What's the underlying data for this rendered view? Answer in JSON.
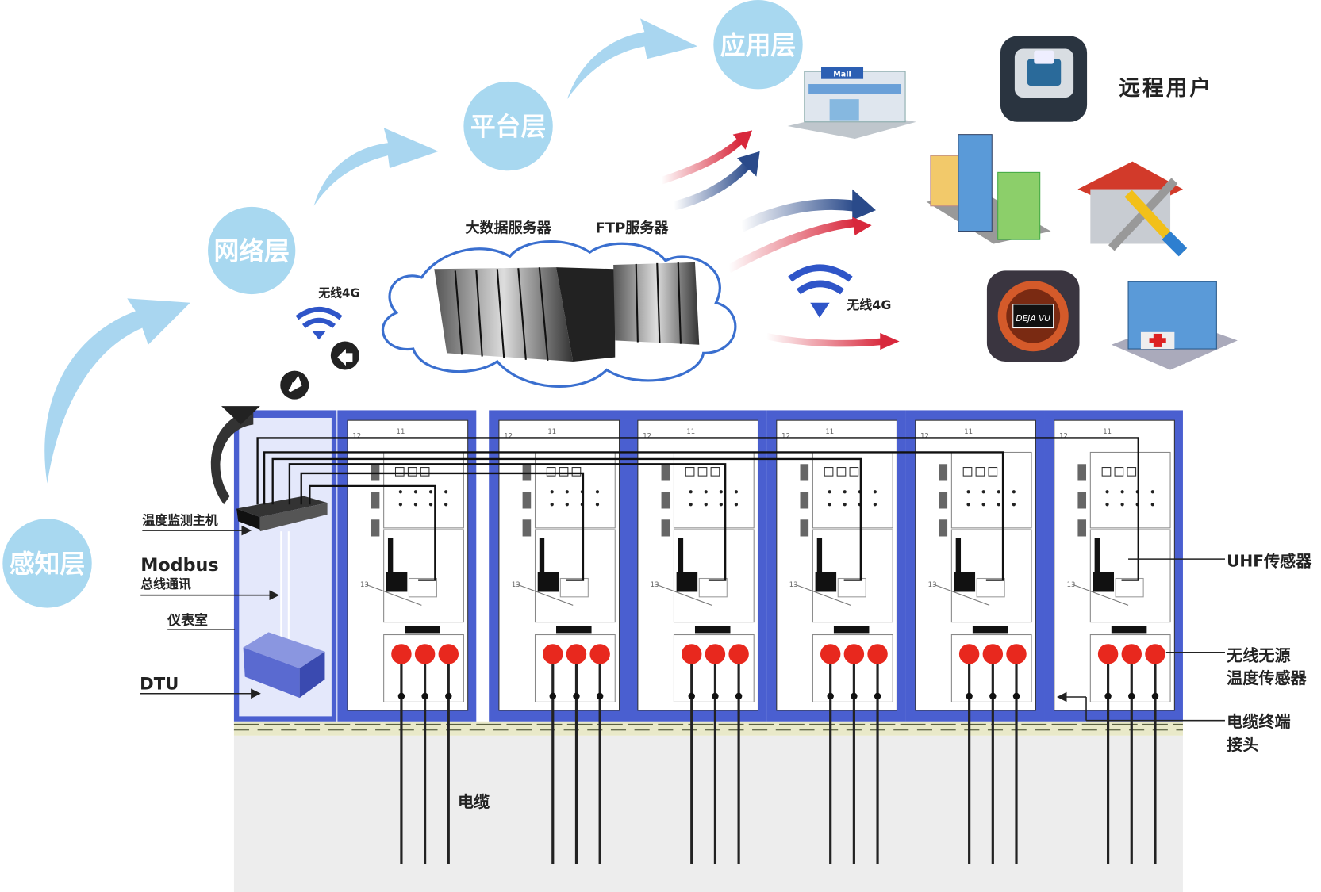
{
  "layers": {
    "perception": "感知层",
    "network": "网络层",
    "platform": "平台层",
    "application": "应用层"
  },
  "cloud": {
    "big_data_server": "大数据服务器",
    "ftp_server": "FTP服务器"
  },
  "wireless_left": "无线4G",
  "wireless_right": "无线4G",
  "remote_user": "远程用户",
  "app_icons": {
    "mall_sign": "Mall",
    "video_app": "DEJA VU"
  },
  "instrument_room": {
    "host": "温度监测主机",
    "modbus": "Modbus",
    "bus_comm": "总线通讯",
    "room": "仪表室",
    "dtu": "DTU"
  },
  "callouts": {
    "uhf_sensor": "UHF传感器",
    "temp_sensor_line1": "无线无源",
    "temp_sensor_line2": "温度传感器",
    "cable_terminal_line1": "电缆终端",
    "cable_terminal_line2": "接头",
    "cable": "电缆"
  },
  "cabinet_part_numbers": [
    "11",
    "12",
    "13"
  ],
  "colors": {
    "layer_circle": "#a8d8f0",
    "arrow_blue": "#a9d6f0",
    "cabinet_frame": "#4a5fd0",
    "sensor_red": "#e8281e",
    "red_arrow": "#d8283c",
    "navy_arrow": "#2a4a8a",
    "wifi": "#2f55c8"
  }
}
